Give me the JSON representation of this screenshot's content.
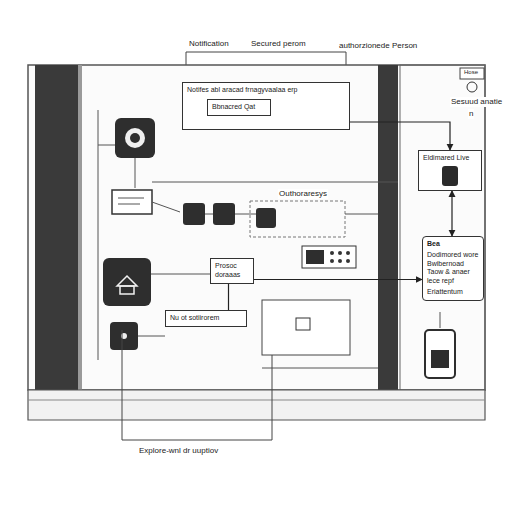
{
  "diagram": {
    "nodes": [
      {
        "text": [
          "Notifes abl aracad frnagyvaalaa erp"
        ]
      },
      {
        "text": [
          "Bbnacred Qat"
        ],
        "in": 0
      },
      {
        "text": [
          "Eldimared Live"
        ]
      },
      {
        "text": [
          "Bea",
          "Dodimored wore Bwibernoad Taow & anaer lece repf",
          "Eriattentum"
        ]
      },
      {
        "text": [
          "Prosoc doraaas"
        ]
      },
      {
        "text": [
          "Nu ot sotiirorem"
        ]
      }
    ],
    "edges": [
      {
        "from": 0,
        "to": 2,
        "arrow": "to"
      },
      {
        "from": 2,
        "to": 3,
        "arrow": "both"
      },
      {
        "from": 4,
        "to": 3,
        "arrow": "to"
      },
      {
        "from": 4,
        "to": 5,
        "arrow": "none"
      }
    ],
    "labels": [
      "Notification",
      "Secured perom",
      "authorzionede Person",
      "Sesuud anatie",
      "n",
      "Hose",
      "Outhoraresys",
      "Explore-wnl dr uuptiov"
    ]
  }
}
